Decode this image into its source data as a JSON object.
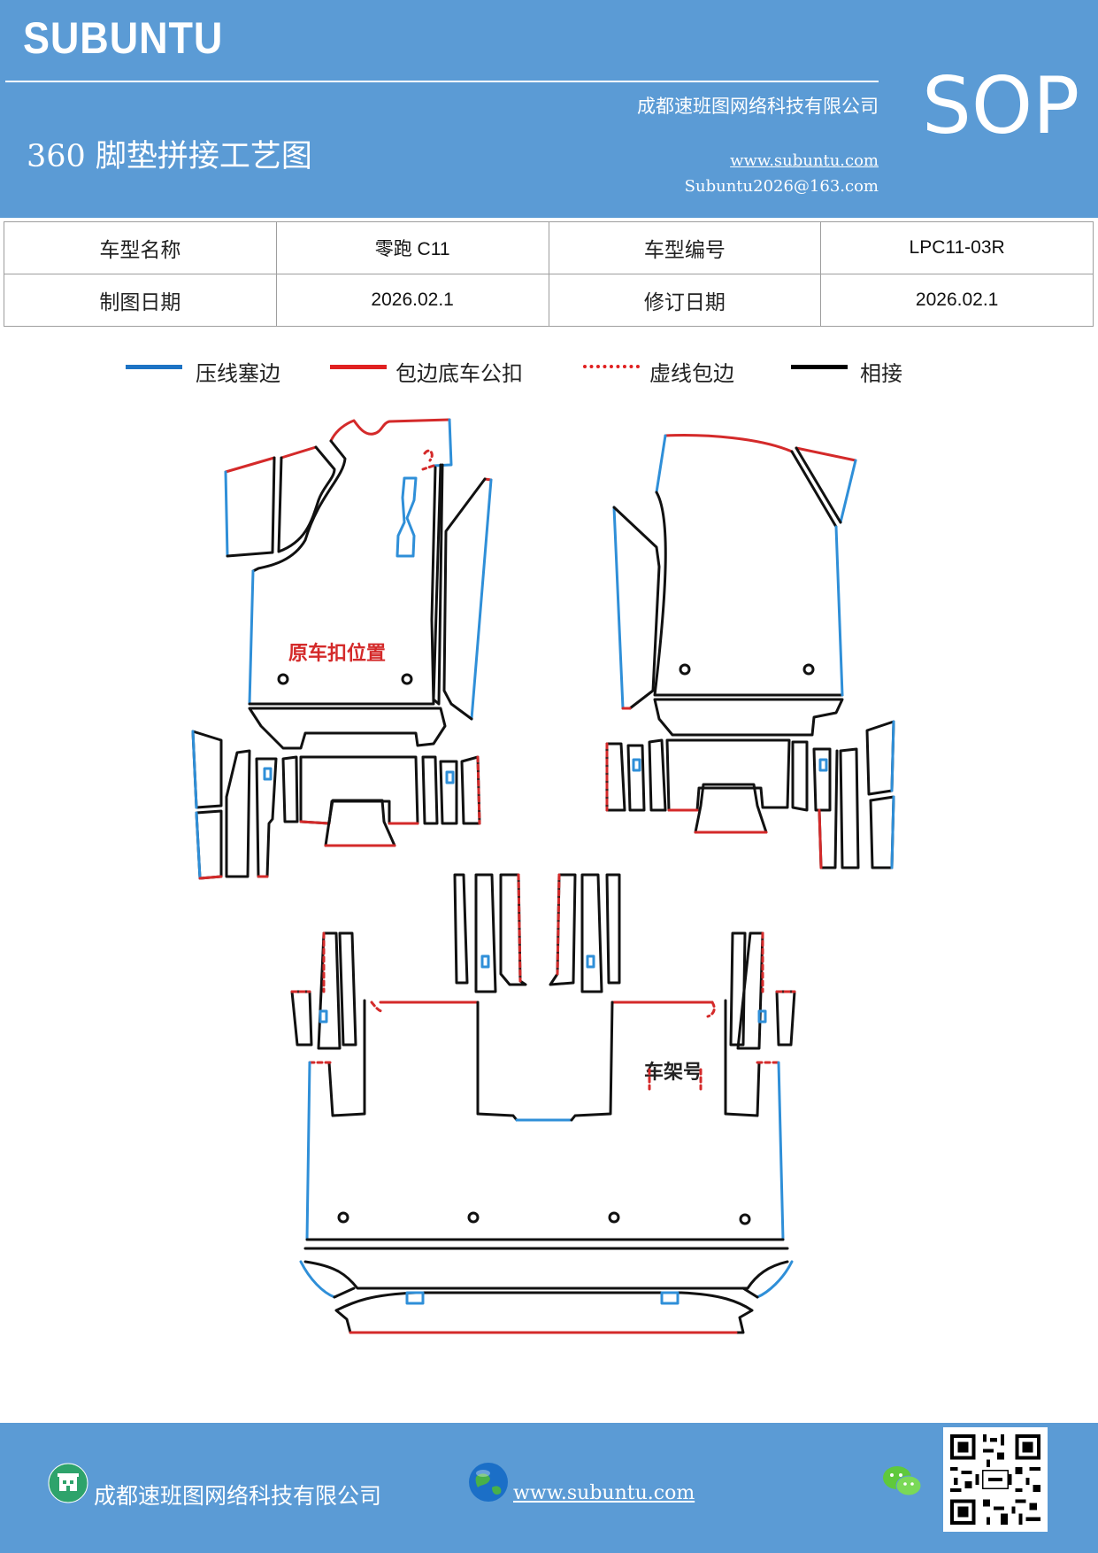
{
  "header": {
    "brand": "SUBUNTU",
    "company": "成都速班图网络科技有限公司",
    "badge": "SOP",
    "title": "360 脚垫拼接工艺图",
    "website": "www.subuntu.com",
    "email": "Subuntu2026@163.com"
  },
  "info_table": {
    "model_name_label": "车型名称",
    "model_name_value": "零跑 C11",
    "model_code_label": "车型编号",
    "model_code_value": "LPC11-03R",
    "draw_date_label": "制图日期",
    "draw_date_value": "2026.02.1",
    "revise_date_label": "修订日期",
    "revise_date_value": "2026.02.1"
  },
  "legend": [
    {
      "label": "压线塞边",
      "color": "#1d73c4",
      "style": "solid"
    },
    {
      "label": "包边底车公扣",
      "color": "#e02020",
      "style": "solid"
    },
    {
      "label": "虚线包边",
      "color": "#e02020",
      "style": "dashed"
    },
    {
      "label": "相接",
      "color": "#000000",
      "style": "solid"
    }
  ],
  "diagram": {
    "clip_note": "原车扣位置",
    "vin_note": "车架号",
    "colors": {
      "blue": "#2f8fd8",
      "red": "#d42a2a",
      "black": "#111111"
    }
  },
  "footer": {
    "company": "成都速班图网络科技有限公司",
    "website": "www.subuntu.com ",
    "icons": [
      "building-icon",
      "globe-icon",
      "wechat-icon",
      "qr-code"
    ]
  }
}
